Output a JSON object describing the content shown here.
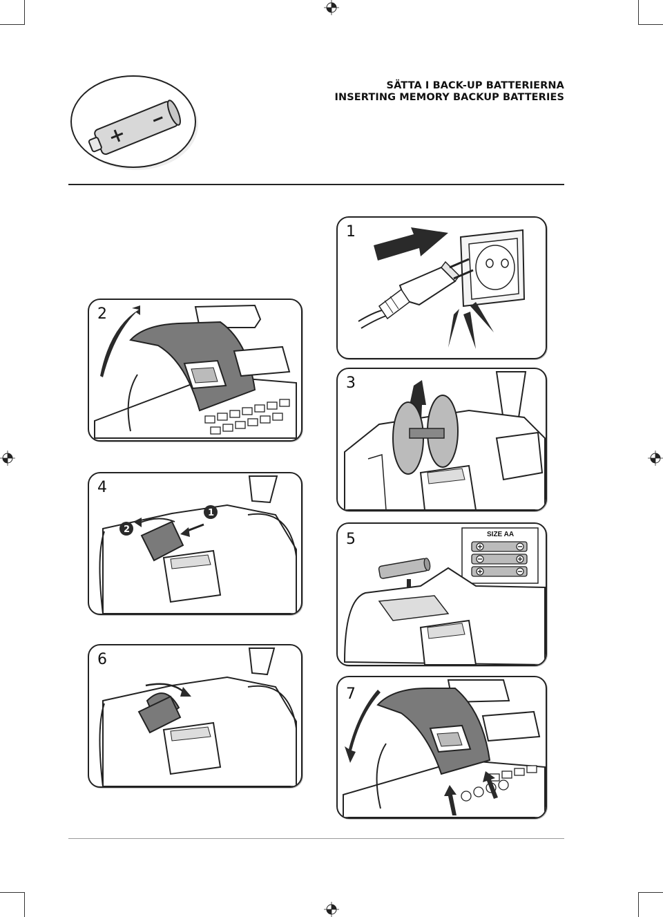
{
  "header": {
    "title_sv": "SÄTTA I BACK-UP BATTERIERNA",
    "title_en": "INSERTING MEMORY BACKUP BATTERIES"
  },
  "battery_symbols": {
    "plus": "+",
    "minus": "–"
  },
  "steps": [
    {
      "number": "1",
      "icon": "plug-into-socket"
    },
    {
      "number": "2",
      "icon": "lift-printer-cover"
    },
    {
      "number": "3",
      "icon": "remove-paper-roll"
    },
    {
      "number": "4",
      "icon": "open-battery-holder"
    },
    {
      "number": "5",
      "icon": "insert-aa-batteries"
    },
    {
      "number": "6",
      "icon": "close-battery-holder"
    },
    {
      "number": "7",
      "icon": "replace-printer-cover"
    }
  ],
  "callouts": {
    "one": "1",
    "two": "2"
  },
  "battery_box_label": "SIZE AA",
  "colors": {
    "line": "#222222",
    "cover": "#7a7a7a",
    "arrow": "#2a2a2a",
    "rule": "#222222"
  }
}
